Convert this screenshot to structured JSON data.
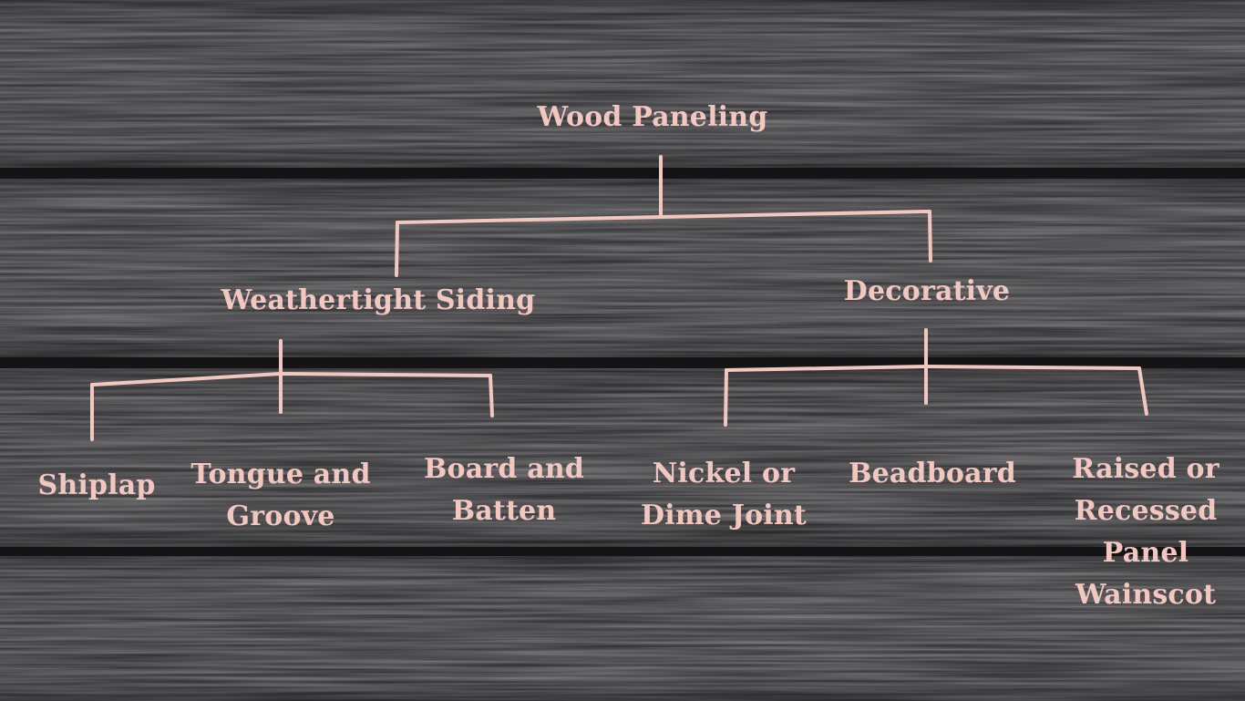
{
  "colors": {
    "text": "#f2c7c0",
    "line": "#f2c7c0",
    "board": "#343436",
    "board_dark": "#2a2a2c",
    "gap": "#141415"
  },
  "tree": {
    "root": {
      "label": "Wood Paneling"
    },
    "weathertight": {
      "label": "Weathertight Siding"
    },
    "decorative": {
      "label": "Decorative"
    },
    "shiplap": {
      "label": "Shiplap"
    },
    "tongue": {
      "line1": "Tongue and",
      "line2": "Groove"
    },
    "board_batten": {
      "line1": "Board and",
      "line2": "Batten"
    },
    "nickel": {
      "line1": "Nickel or",
      "line2": "Dime Joint"
    },
    "beadboard": {
      "label": "Beadboard"
    },
    "raised": {
      "line1": "Raised or",
      "line2": "Recessed",
      "line3": "Panel",
      "line4": "Wainscot"
    }
  }
}
